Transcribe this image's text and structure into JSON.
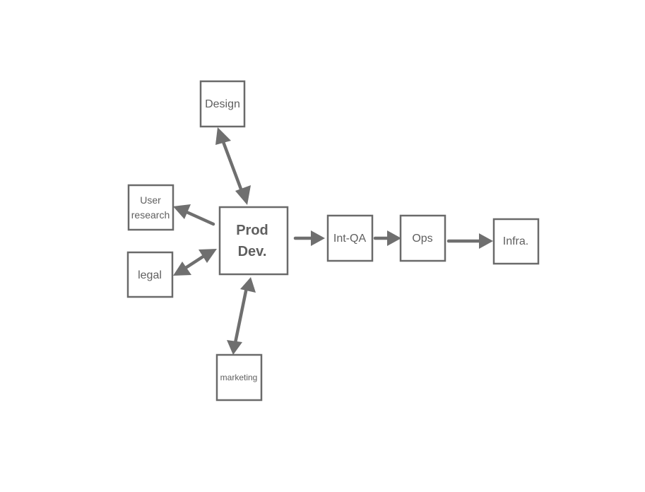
{
  "diagram": {
    "nodes": {
      "design": {
        "label": "Design"
      },
      "user_research": {
        "line1": "User",
        "line2": "research"
      },
      "legal": {
        "label": "legal"
      },
      "prod_dev": {
        "line1": "Prod",
        "line2": "Dev."
      },
      "marketing": {
        "label": "marketing"
      },
      "int_qa": {
        "label": "Int-QA"
      },
      "ops": {
        "label": "Ops"
      },
      "infra": {
        "label": "Infra."
      }
    },
    "edges": [
      {
        "from": "design",
        "to": "prod_dev",
        "direction": "both"
      },
      {
        "from": "prod_dev",
        "to": "user_research",
        "direction": "forward"
      },
      {
        "from": "prod_dev",
        "to": "legal",
        "direction": "both"
      },
      {
        "from": "prod_dev",
        "to": "marketing",
        "direction": "both"
      },
      {
        "from": "prod_dev",
        "to": "int_qa",
        "direction": "forward"
      },
      {
        "from": "int_qa",
        "to": "ops",
        "direction": "forward"
      },
      {
        "from": "ops",
        "to": "infra",
        "direction": "forward"
      }
    ],
    "colors": {
      "stroke": "#6a6a6a",
      "text": "#5f5f5f"
    }
  }
}
